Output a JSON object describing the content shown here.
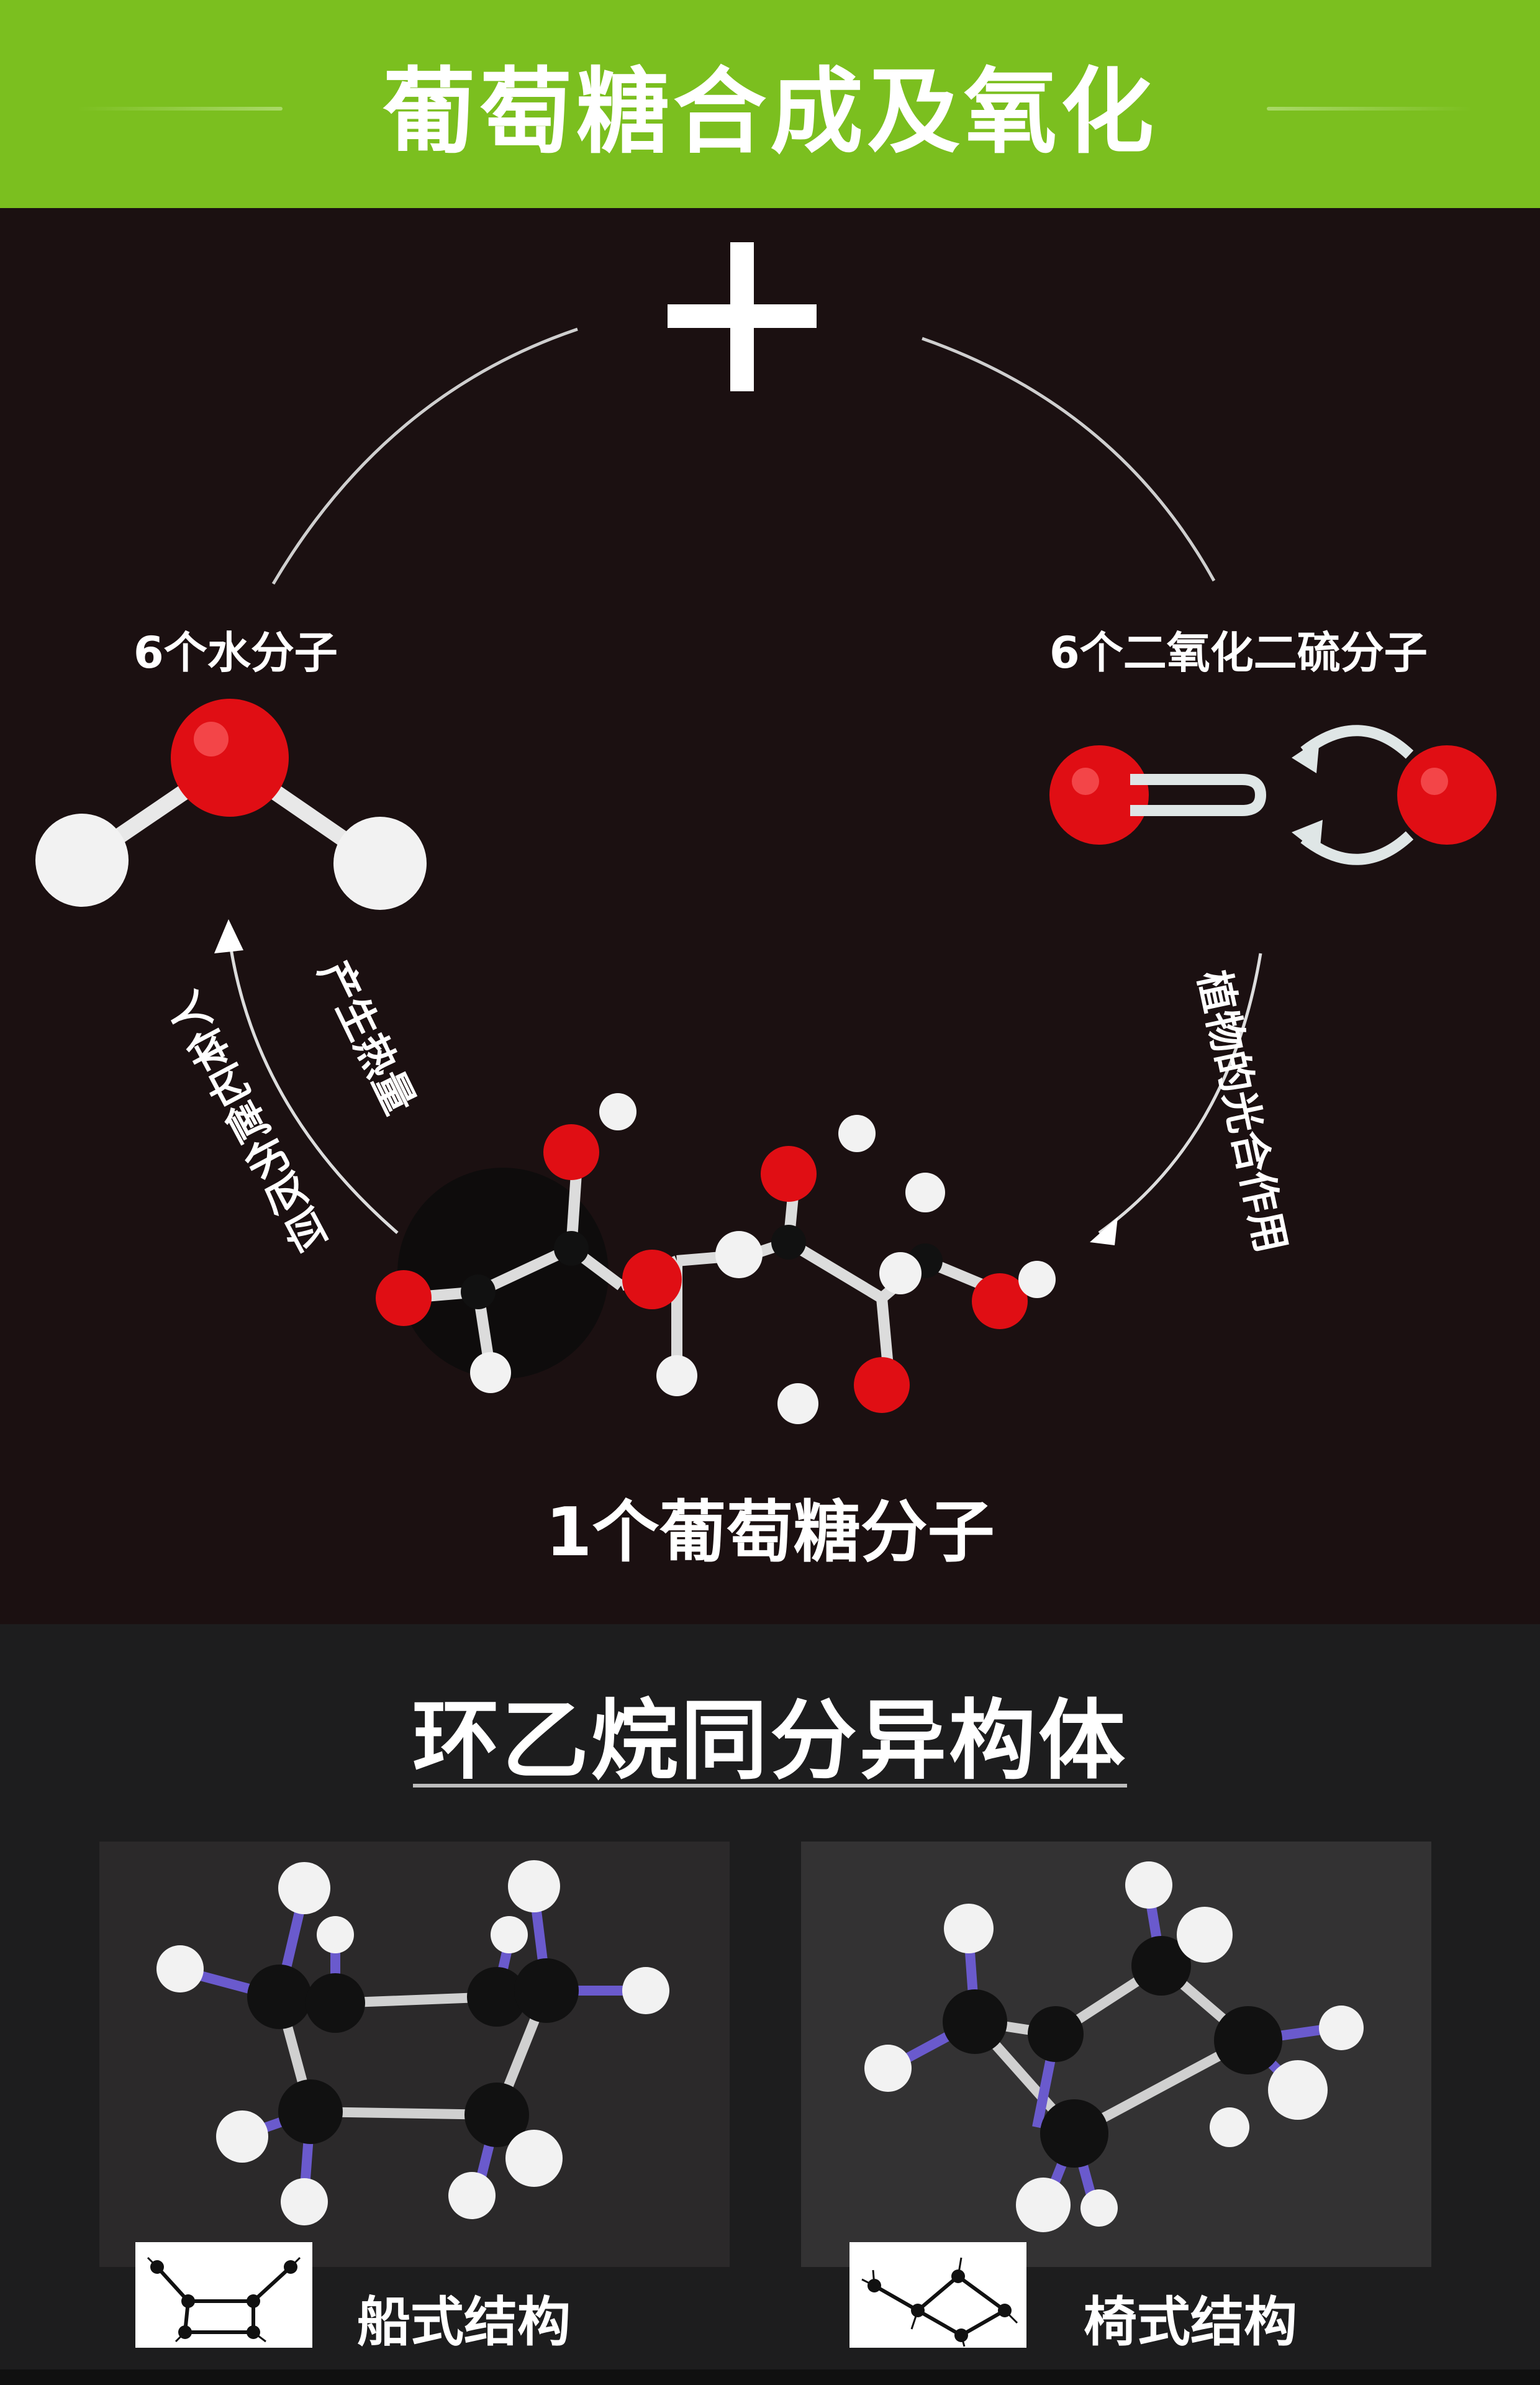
{
  "header": {
    "title": "葡萄糖合成及氧化"
  },
  "cycle": {
    "plus_sign": "+",
    "water_label": "6个水分子",
    "o2_label": "6个二氧化二硫分子",
    "glucose_label": "1个葡萄糖分子",
    "heat_label": "产生热量",
    "oxidation_label": "人体内氧化反应",
    "photosynthesis_label": "植物的光合作用"
  },
  "isomer_section": {
    "title": "环乙烷同分异构体",
    "boat_caption": "船式结构",
    "chair_caption": "椅式结构"
  },
  "colors": {
    "banner_green": "#7bbf1f",
    "oxygen_red": "#e00e14",
    "hydrogen_white": "#f2f2f2",
    "carbon_black": "#111111",
    "bond_purple": "#6a5acd"
  }
}
